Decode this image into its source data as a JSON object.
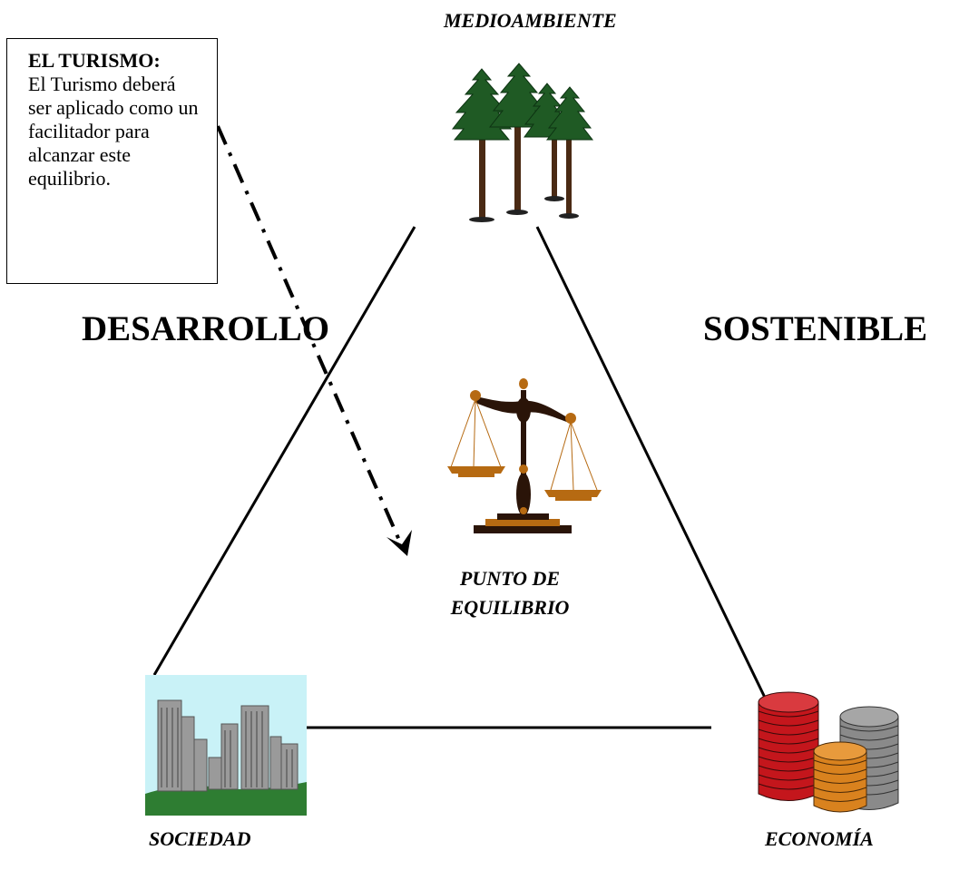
{
  "nodes": {
    "environment": {
      "label": "MEDIOAMBIENTE",
      "icon": "trees-icon"
    },
    "society": {
      "label": "SOCIEDAD",
      "icon": "city-buildings-icon"
    },
    "economy": {
      "label": "ECONOMÍA",
      "icon": "coin-stacks-icon"
    },
    "center": {
      "label_line1": "PUNTO DE",
      "label_line2": "EQUILIBRIO",
      "icon": "balance-scale-icon"
    }
  },
  "sides": {
    "left_word": "DESARROLLO",
    "right_word": "SOSTENIBLE"
  },
  "tourism_box": {
    "title": "EL TURISMO:",
    "body": "El Turismo deberá ser aplicado como un facilitador para alcanzar este equilibrio."
  },
  "colors": {
    "line": "#000000",
    "tree_foliage": "#1f5a24",
    "tree_trunk": "#4a2a14",
    "scale_brass": "#b66a12",
    "scale_dark": "#2a1408",
    "sky": "#c9f2f7",
    "grass": "#2e7d32",
    "coin_red": "#c4161c",
    "coin_gray": "#8a8a8a",
    "coin_orange": "#d9821e"
  }
}
